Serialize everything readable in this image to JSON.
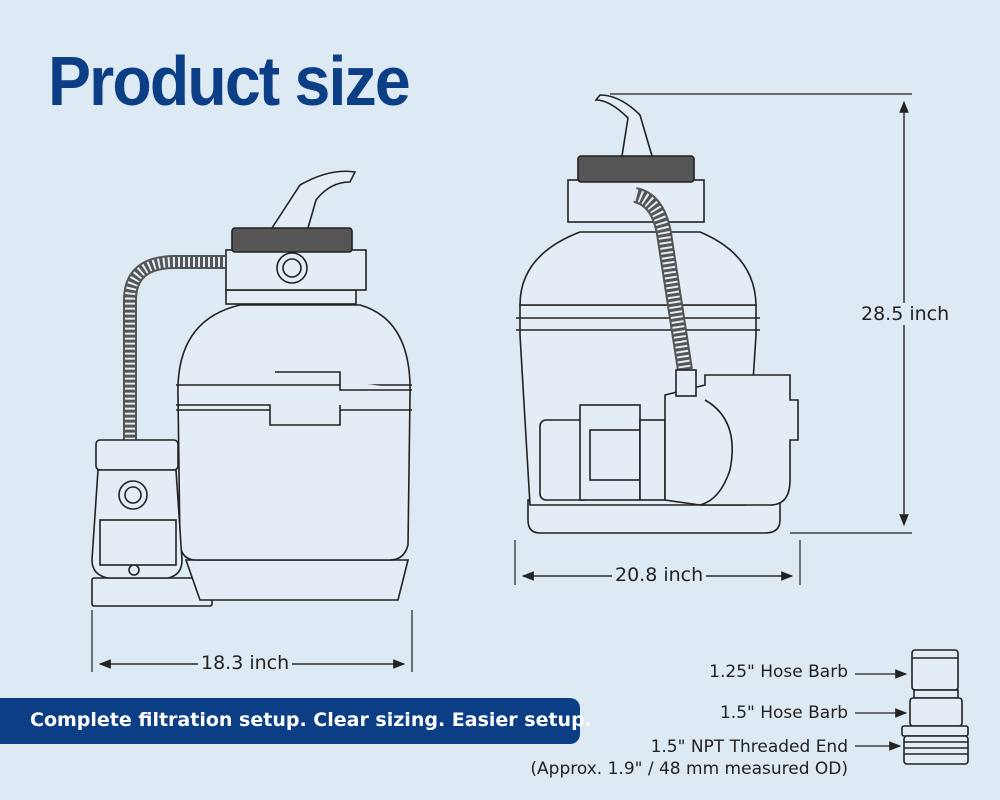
{
  "header": {
    "title": "Product size"
  },
  "banner": {
    "text": "Complete filtration setup. Clear sizing. Easier setup."
  },
  "dimensions": {
    "width_left": "18.3 inch",
    "width_right": "20.8 inch",
    "height": "28.5 inch"
  },
  "adapter": {
    "label_top": "1.25\" Hose Barb",
    "label_mid": "1.5\" Hose Barb",
    "label_bottom_1": "1.5\" NPT Threaded End",
    "label_bottom_2": "(Approx. 1.9\" / 48 mm measured OD)"
  },
  "colors": {
    "title": "#0c3e86",
    "banner": "#0c3e86",
    "background": "#dde9f3"
  }
}
